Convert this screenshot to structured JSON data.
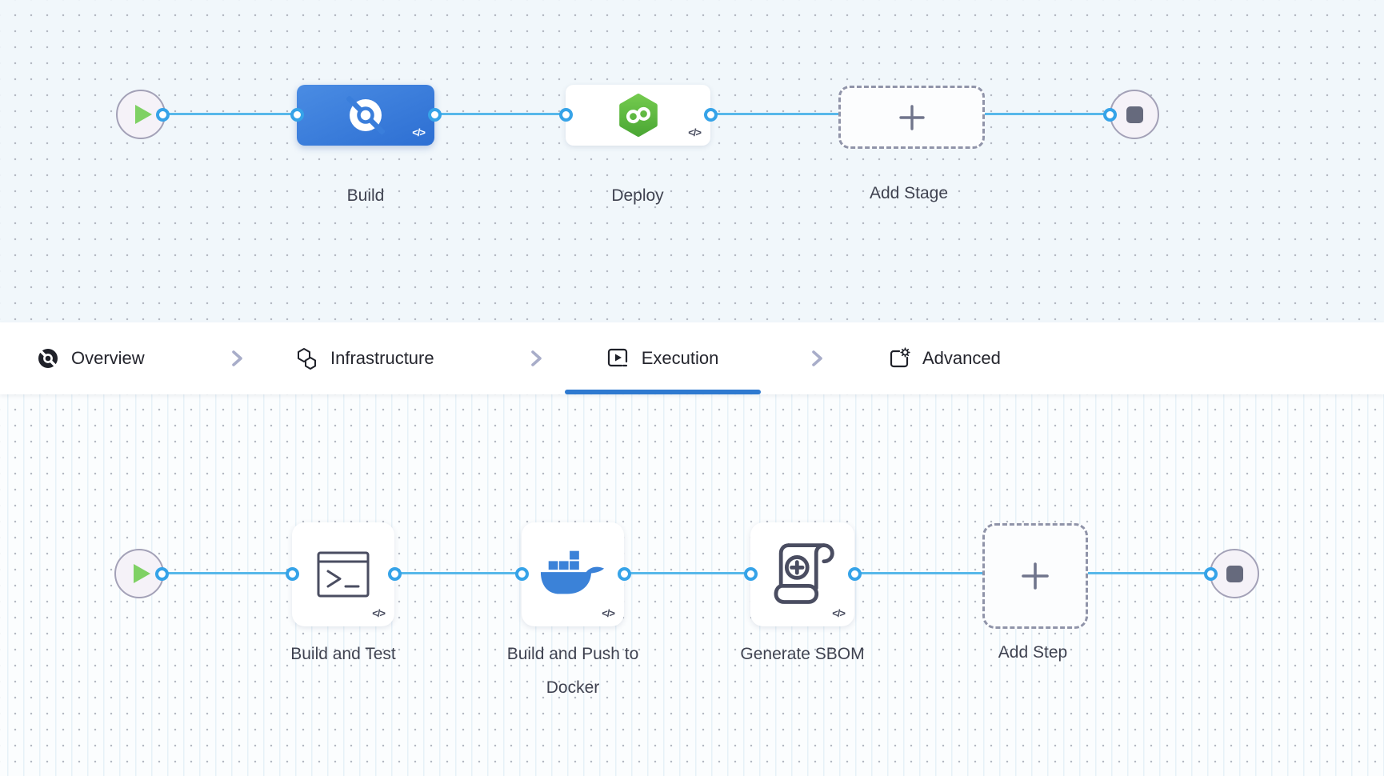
{
  "pipeline": {
    "stages": [
      {
        "label": "Build",
        "icon": "ci-build-icon",
        "code_chip": "</>",
        "selected": true
      },
      {
        "label": "Deploy",
        "icon": "cd-deploy-icon",
        "code_chip": "</>",
        "selected": false
      },
      {
        "label": "Add Stage",
        "icon": "plus-icon",
        "selected": false
      }
    ]
  },
  "tabs": {
    "items": [
      {
        "label": "Overview",
        "icon": "overview-icon",
        "active": false
      },
      {
        "label": "Infrastructure",
        "icon": "infrastructure-icon",
        "active": false
      },
      {
        "label": "Execution",
        "icon": "execution-icon",
        "active": true
      },
      {
        "label": "Advanced",
        "icon": "advanced-icon",
        "active": false
      }
    ]
  },
  "execution": {
    "steps": [
      {
        "label": "Build and Test",
        "icon": "terminal-icon",
        "code_chip": "</>"
      },
      {
        "label": "Build and Push to Docker",
        "icon": "docker-icon",
        "code_chip": "</>"
      },
      {
        "label": "Generate SBOM",
        "icon": "sbom-scroll-icon",
        "code_chip": "</>"
      },
      {
        "label": "Add Step",
        "icon": "plus-icon"
      }
    ]
  },
  "colors": {
    "accent_blue": "#2E79D0",
    "link_line": "#57B8EA",
    "port_ring": "#36A3E8",
    "stage_build_fill": "#3B7FDB",
    "deploy_green": "#5CB63C",
    "docker_blue": "#3B82D8",
    "play_green": "#7FD164",
    "canvas_top_bg": "#F1F7FB",
    "canvas_bottom_bg": "#FBFDFE",
    "label_text": "#3F4250"
  }
}
